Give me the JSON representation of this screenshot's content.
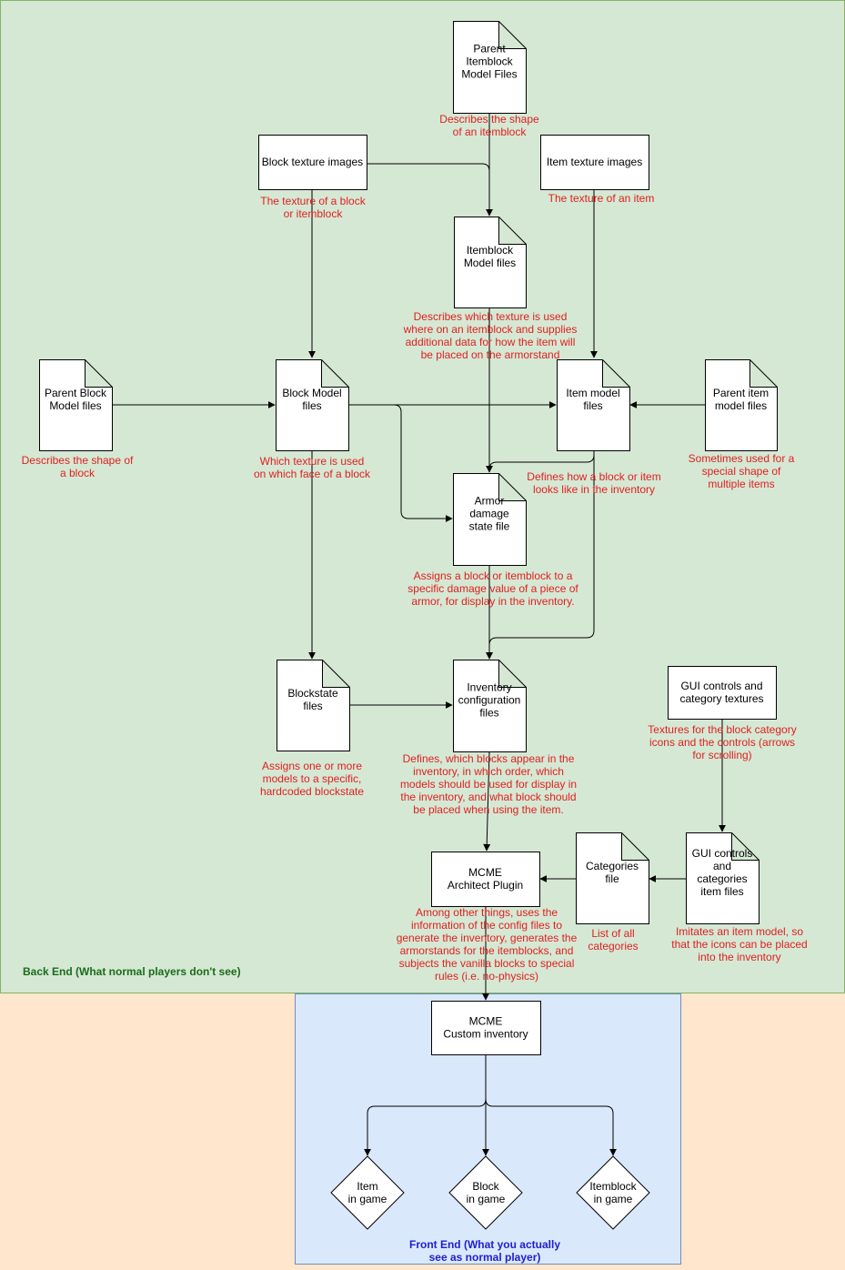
{
  "colors": {
    "backend_fill": "#d5e8d4",
    "backend_stroke": "#82b366",
    "frontend_fill": "#dae8fc",
    "frontend_stroke": "#6c8ebf",
    "page_bg": "#ffe6cc",
    "annotation": "#e02020",
    "backend_label": "#1a6b1a",
    "frontend_label": "#2020d0"
  },
  "regions": {
    "backend_label": "Back End (What normal players don't see)",
    "frontend_label": [
      "Front End (What you actually",
      "see as normal player)"
    ]
  },
  "nodes": {
    "parent_itemblock_model": [
      "Parent",
      "Itemblock",
      "Model Files"
    ],
    "block_texture_images": [
      "Block texture images"
    ],
    "item_texture_images": [
      "Item texture images"
    ],
    "itemblock_model_files": [
      "Itemblock",
      "Model files"
    ],
    "parent_block_model": [
      "Parent Block",
      "Model files"
    ],
    "block_model_files": [
      "Block Model",
      "files"
    ],
    "item_model_files": [
      "Item model",
      "files"
    ],
    "parent_item_model": [
      "Parent item",
      "model files"
    ],
    "armor_damage_state": [
      "Armor",
      "damage",
      "state file"
    ],
    "blockstate_files": [
      "Blockstate",
      "files"
    ],
    "inventory_config": [
      "Inventory",
      "configuration",
      "files"
    ],
    "gui_controls_textures": [
      "GUI controls and",
      "category textures"
    ],
    "mcme_architect": [
      "MCME",
      "Architect Plugin"
    ],
    "categories_file": [
      "Categories",
      "file"
    ],
    "gui_controls_categories": [
      "GUI controls",
      "and",
      "categories",
      "item files"
    ],
    "mcme_custom_inventory": [
      "MCME",
      "Custom inventory"
    ],
    "item_in_game": [
      "Item",
      "in game"
    ],
    "block_in_game": [
      "Block",
      "in game"
    ],
    "itemblock_in_game": [
      "Itemblock",
      "in game"
    ]
  },
  "annotations": {
    "parent_itemblock_model": [
      "Describes the shape",
      "of an itemblock"
    ],
    "block_texture_images": [
      "The texture of a block",
      "or itemblock"
    ],
    "item_texture_images": [
      "The texture of an item"
    ],
    "itemblock_model_files": [
      "Describes which texture is used",
      "where on an itemblock and supplies",
      "additional data for how the item will",
      "be placed on the armorstand"
    ],
    "parent_block_model": [
      "Describes the shape of",
      "a block"
    ],
    "block_model_files": [
      "Which texture is used",
      "on which face of a block"
    ],
    "item_model_files": [
      "Defines how a block or item",
      "looks like in the inventory"
    ],
    "parent_item_model": [
      "Sometimes used for a",
      "special shape of",
      "multiple items"
    ],
    "armor_damage_state": [
      "Assigns a block or itemblock to a",
      "specific damage value of a piece of",
      "armor, for display in the inventory."
    ],
    "blockstate_files": [
      "Assigns one or more",
      "models to a specific,",
      "hardcoded blockstate"
    ],
    "inventory_config": [
      "Defines, which blocks appear in the",
      "inventory, in which order, which",
      "models should be used for display in",
      "the inventory, and what block should",
      "be placed when using the item."
    ],
    "gui_controls_textures": [
      "Textures for the block category",
      "icons and the controls (arrows",
      "for scrolling)"
    ],
    "mcme_architect": [
      "Among other things, uses the",
      "information of the config files to",
      "generate the inventory, generates the",
      "armorstands for the itemblocks, and",
      "subjects the vanilla blocks to special",
      "rules (i.e. no-physics)"
    ],
    "categories_file": [
      "List of all",
      "categories"
    ],
    "gui_controls_categories": [
      "Imitates an item model, so",
      "that the icons can be placed",
      "into the inventory"
    ]
  }
}
